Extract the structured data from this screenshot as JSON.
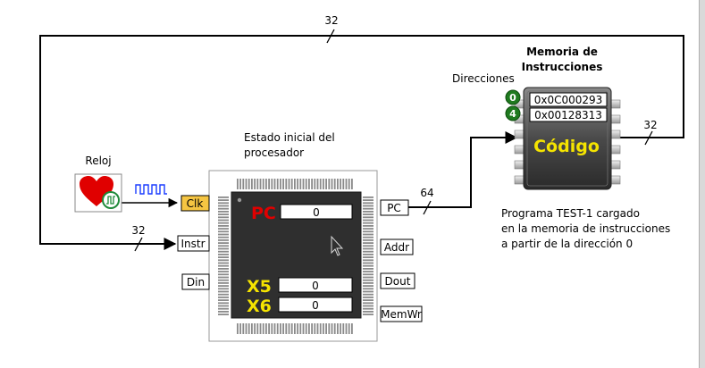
{
  "memory": {
    "title_line1": "Memoria de",
    "title_line2": "Instrucciones",
    "directions_label": "Direcciones",
    "chip_label": "Código",
    "entries": [
      {
        "address": "0",
        "value": "0x0C000293"
      },
      {
        "address": "4",
        "value": "0x00128313"
      }
    ]
  },
  "processor": {
    "caption_line1": "Estado inicial del",
    "caption_line2": "procesador",
    "pc_label": "PC",
    "pc_value": "0",
    "x5_label": "X5",
    "x5_value": "0",
    "x6_label": "X6",
    "x6_value": "0",
    "ports": {
      "clk": "Clk",
      "instr": "Instr",
      "din": "Din",
      "pc": "PC",
      "addr": "Addr",
      "dout": "Dout",
      "memwr": "MemWr"
    }
  },
  "clock": {
    "label": "Reloj"
  },
  "buses": {
    "top": "32",
    "instr": "32",
    "pc": "64",
    "mem": "32"
  },
  "note": {
    "line1": "Programa TEST-1 cargado",
    "line2": "en la memoria de instrucciones",
    "line3": "a partir de la dirección 0"
  },
  "colors": {
    "accent_red": "#e00000",
    "accent_yellow": "#f5e400",
    "address_green": "#1f7a1f",
    "clk_port": "#f5c542",
    "chip_body": "#3a3a3a",
    "wave": "#1a3cff"
  }
}
